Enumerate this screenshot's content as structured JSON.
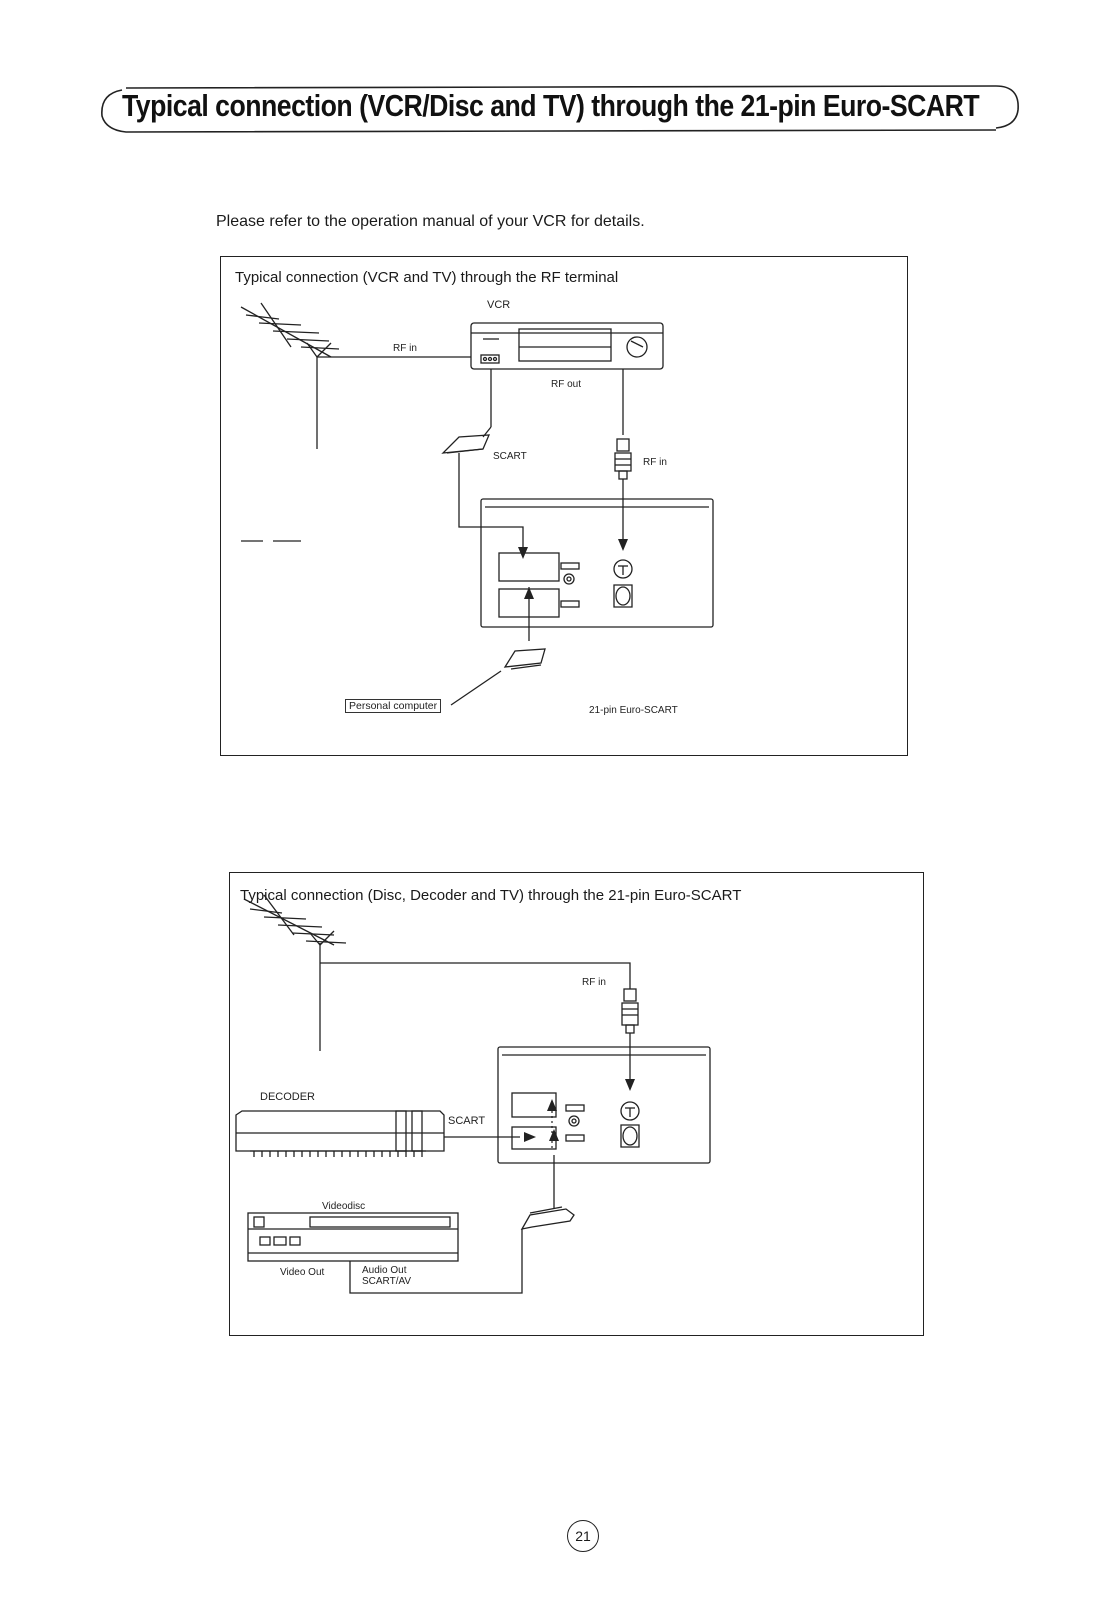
{
  "header": {
    "title": "Typical connection (VCR/Disc and TV) through the 21-pin Euro-SCART"
  },
  "intro_text": "Please refer to the operation manual of your VCR for details.",
  "figure_rf": {
    "caption": "Typical connection (VCR and TV) through the RF terminal",
    "labels": {
      "vcr": "VCR",
      "rf_in_antenna": "RF in",
      "rf_out": "RF out",
      "scart": "SCART",
      "rf_in_tv": "RF in",
      "personal_computer": "Personal computer",
      "euro_scart": "21-pin Euro-SCART"
    }
  },
  "figure_scart": {
    "caption": "Typical connection (Disc, Decoder and TV) through the 21-pin Euro-SCART",
    "labels": {
      "rf_in": "RF in",
      "decoder": "DECODER",
      "scart": "SCART",
      "videodisc": "Videodisc",
      "video_out": "Video Out",
      "audio_out": "Audio Out",
      "scart_av": "SCART/AV"
    }
  },
  "footer": {
    "page_number": "21"
  }
}
